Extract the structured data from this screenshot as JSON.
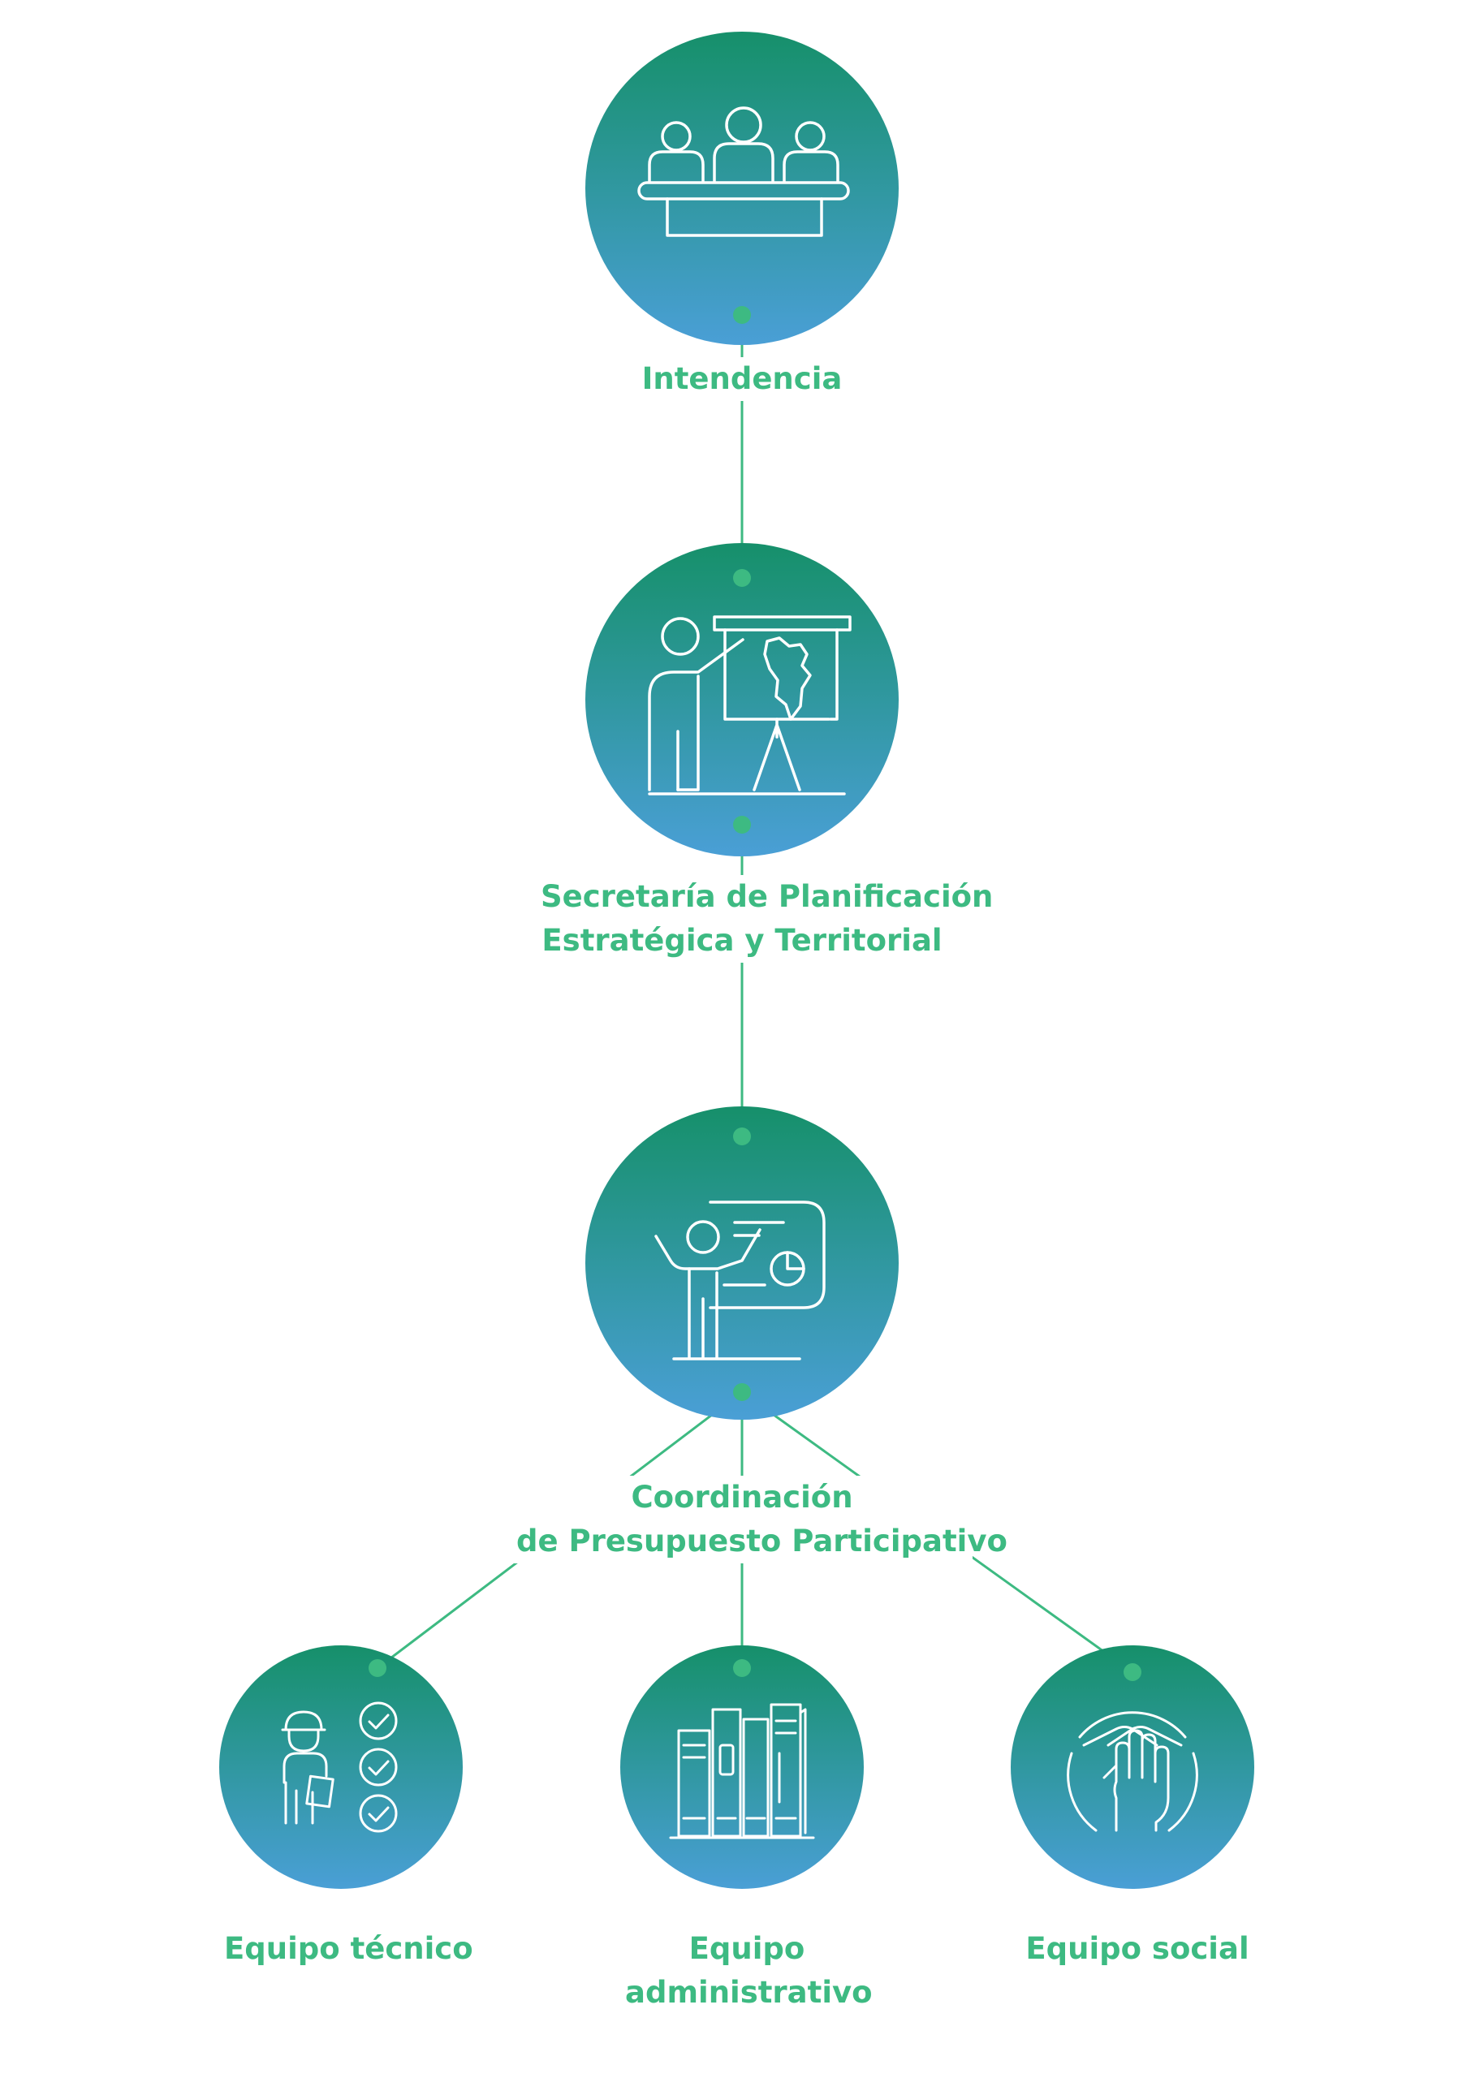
{
  "colors": {
    "gradient_top": "#16906a",
    "gradient_bottom": "#4a9fd6",
    "line": "#3dba82",
    "dot": "#3dba82",
    "label": "#3dba82",
    "icon_stroke": "#ffffff"
  },
  "nodes": {
    "intendencia": {
      "icon": "meeting-panel-icon",
      "label": "Intendencia"
    },
    "secretaria": {
      "icon": "presenter-map-icon",
      "label_lines": [
        "Secretaría de Planificación",
        "Estratégica y Territorial"
      ]
    },
    "coordinacion": {
      "icon": "presenter-chart-icon",
      "label_lines": [
        "Coordinación",
        "de Presupuesto Participativo"
      ]
    },
    "tecnico": {
      "icon": "engineer-checklist-icon",
      "label": "Equipo técnico"
    },
    "administrativo": {
      "icon": "binders-icon",
      "label_lines": [
        "Equipo",
        "administrativo"
      ]
    },
    "social": {
      "icon": "joined-hands-icon",
      "label": "Equipo social"
    }
  }
}
